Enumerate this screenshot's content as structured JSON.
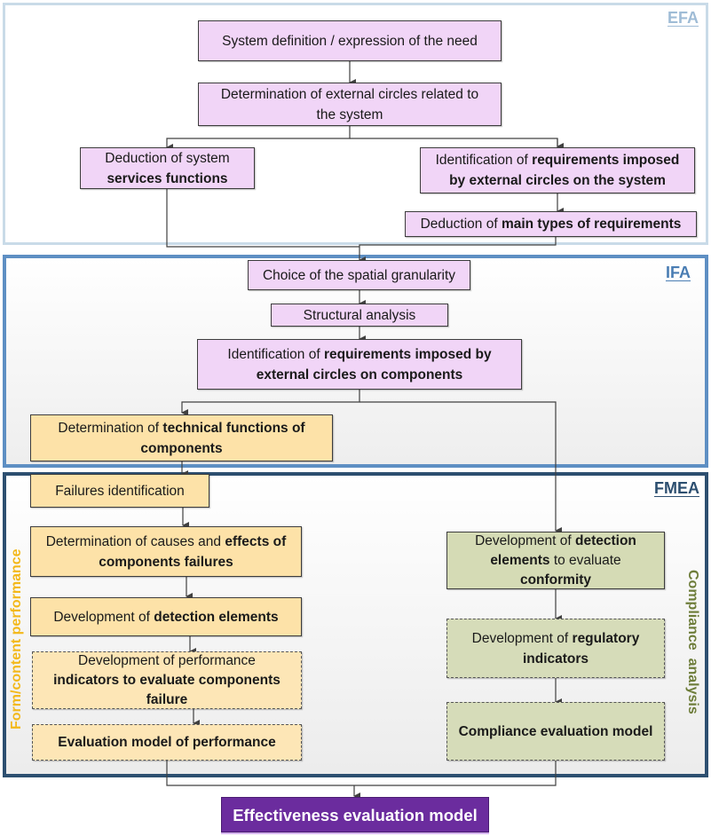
{
  "sections": {
    "efa": "EFA",
    "ifa": "IFA",
    "fmea": "FMEA"
  },
  "side_labels": {
    "performance": "Form/content performance",
    "compliance": "Compliance  analysis"
  },
  "nodes": {
    "system_definition": "System definition / expression of the need",
    "external_circles_1": "Determination of external circles related to",
    "external_circles_2": "the system",
    "services_plain": "Deduction of system",
    "services_bold": "services functions",
    "req_system_plain": "Identification of ",
    "req_system_bold1": "requirements imposed",
    "req_system_bold2": "by external circles on the system",
    "main_types_plain": "Deduction of ",
    "main_types_bold": "main types of requirements",
    "spatial": "Choice of the spatial granularity",
    "structural": "Structural analysis",
    "req_comp_plain": "Identification of ",
    "req_comp_bold1": "requirements imposed by",
    "req_comp_bold2": "external circles on components",
    "technical_plain": "Determination of ",
    "technical_bold1": "technical functions of",
    "technical_bold2": "components",
    "failures": "Failures identification",
    "causes_plain": "Determination of causes and ",
    "causes_bold1": "effects of",
    "causes_bold2": "components failures",
    "detection_plain": "Development of ",
    "detection_bold": "detection elements",
    "perf_ind_plain": "Development of performance",
    "perf_ind_bold1": "indicators to evaluate components",
    "perf_ind_bold2": "failure",
    "perf_model": "Evaluation model of performance",
    "conf_plain1": "Development of ",
    "conf_bold1": "detection",
    "conf_bold2": "elements",
    "conf_plain2": " to evaluate",
    "conf_bold3": "conformity",
    "reg_plain": "Development of ",
    "reg_bold1": "regulatory",
    "reg_bold2": "indicators",
    "comp_model": "Compliance evaluation model",
    "final": "Effectiveness evaluation model"
  },
  "colors": {
    "pink_box": "#f1d5f7",
    "orange_box": "#fde2a8",
    "green_box": "#d5dbb5",
    "final_box": "#6b2c9e",
    "efa_border": "#c9dbe8",
    "ifa_border": "#5e8fc3",
    "fmea_border": "#2d4f70"
  }
}
